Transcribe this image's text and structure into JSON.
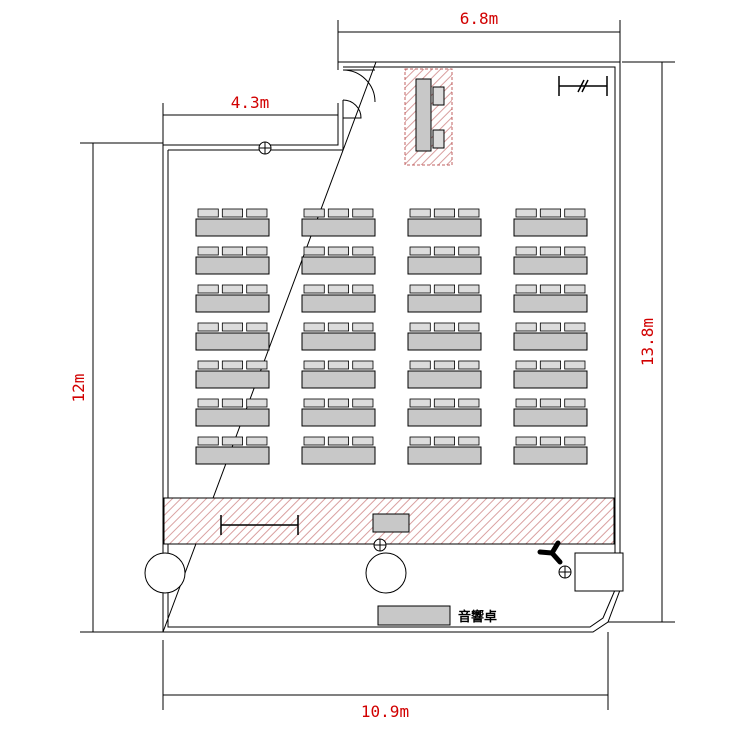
{
  "dimensions": {
    "top_width": "6.8m",
    "upper_left_width": "4.3m",
    "left_height": "12m",
    "right_height": "13.8m",
    "bottom_width": "10.9m"
  },
  "seating": {
    "columns": 4,
    "rows": 7,
    "chairs_per_desk": 3
  },
  "labels": {
    "sound_desk": "音響卓"
  },
  "colors": {
    "dimension": "#d10000",
    "stage_hatch": "#d9a0a0",
    "desk_fill": "#c8c8c8",
    "chair_fill": "#dcdcdc",
    "line": "#000000"
  },
  "icons": [
    "door-swing-icon",
    "speaker-icon",
    "column-icon",
    "stand-icon",
    "camera-tripod-icon",
    "mic-stand-icon"
  ]
}
